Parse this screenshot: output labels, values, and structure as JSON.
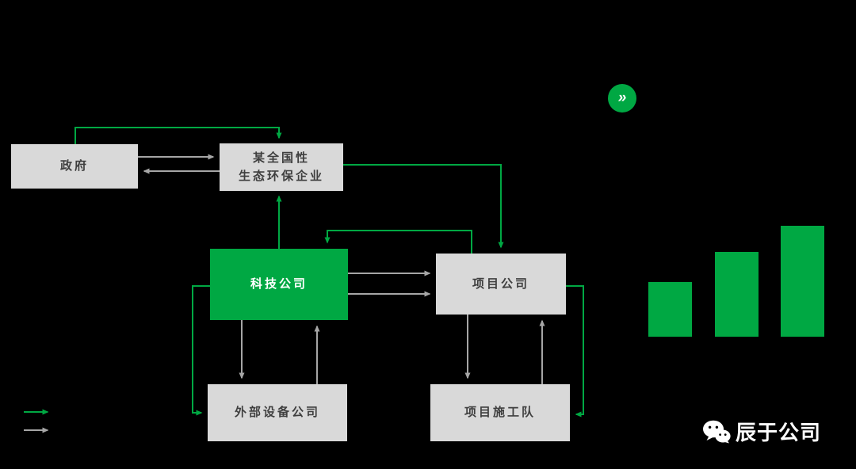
{
  "colors": {
    "background": "#000000",
    "accent_green": "#00a843",
    "box_gray": "#d9d9d9",
    "arrow_gray": "#a6a6a6",
    "box_text": "#3f3f3f",
    "white_text": "#ffffff"
  },
  "badge": {
    "glyph": "»"
  },
  "diagram": {
    "nodes": {
      "gov": {
        "label": "政府"
      },
      "national": {
        "line1": "某全国性",
        "line2": "生态环保企业"
      },
      "tech": {
        "label": "科技公司"
      },
      "project": {
        "label": "项目公司"
      },
      "equipment": {
        "label": "外部设备公司"
      },
      "construction": {
        "label": "项目施工队"
      }
    },
    "arrows": {
      "green_flow_names": [
        "gov-to-national-top",
        "national-to-project",
        "tech-to-national",
        "project-to-tech",
        "tech-to-equipment-left",
        "project-to-construction-right"
      ],
      "gray_flow_names": [
        "gov-national-right",
        "national-gov-left",
        "tech-project-upper",
        "tech-project-lower",
        "tech-equipment-down",
        "equipment-tech-up",
        "project-construction-down",
        "construction-project-up"
      ]
    }
  },
  "legend": {
    "items": [
      {
        "id": "green-arrow",
        "color": "#00a843"
      },
      {
        "id": "gray-arrow",
        "color": "#a6a6a6"
      }
    ]
  },
  "chart_data": {
    "type": "bar",
    "categories": [
      "",
      "",
      ""
    ],
    "values": [
      69,
      107,
      140
    ],
    "title": "",
    "xlabel": "",
    "ylabel": "",
    "note": "three unlabeled green bars, increasing; values are relative heights in px",
    "legend_position": "none",
    "grid": false
  },
  "footer": {
    "brand": "辰于公司"
  }
}
